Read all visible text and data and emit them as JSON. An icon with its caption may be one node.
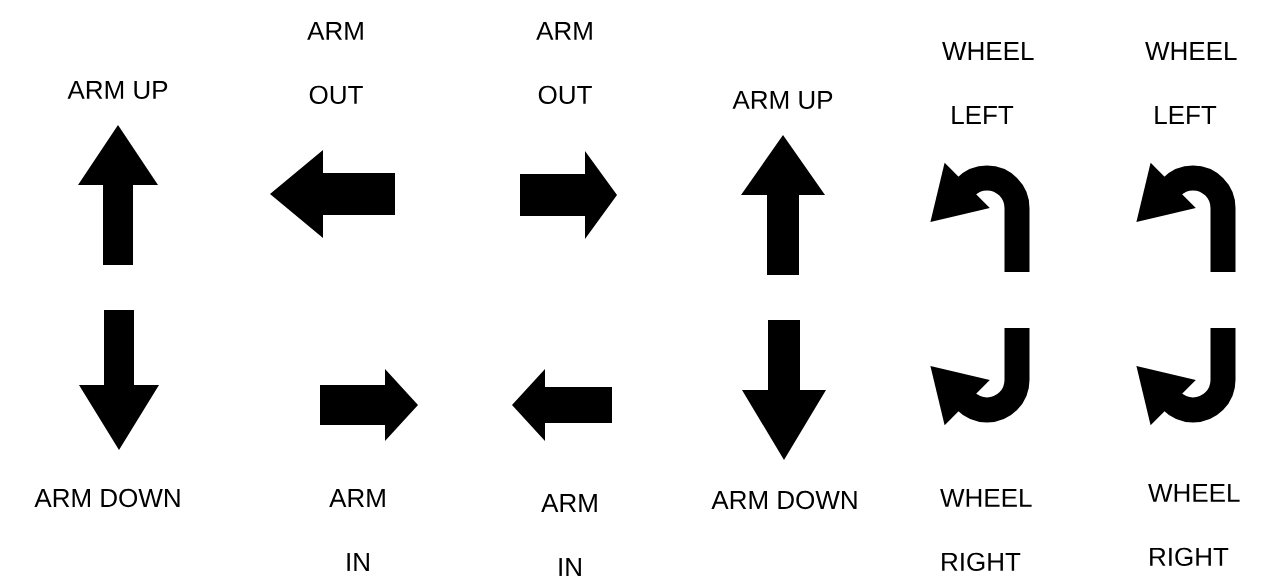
{
  "diagram": {
    "labels": [
      "ARM UP",
      "ARM OUT",
      "ARM OUT",
      "ARM UP",
      "WHEEL LEFT",
      "WHEEL LEFT",
      "ARM DOWN",
      "ARM IN",
      "ARM IN",
      "ARM DOWN",
      "WHEEL RIGHT",
      "WHEEL RIGHT"
    ]
  }
}
